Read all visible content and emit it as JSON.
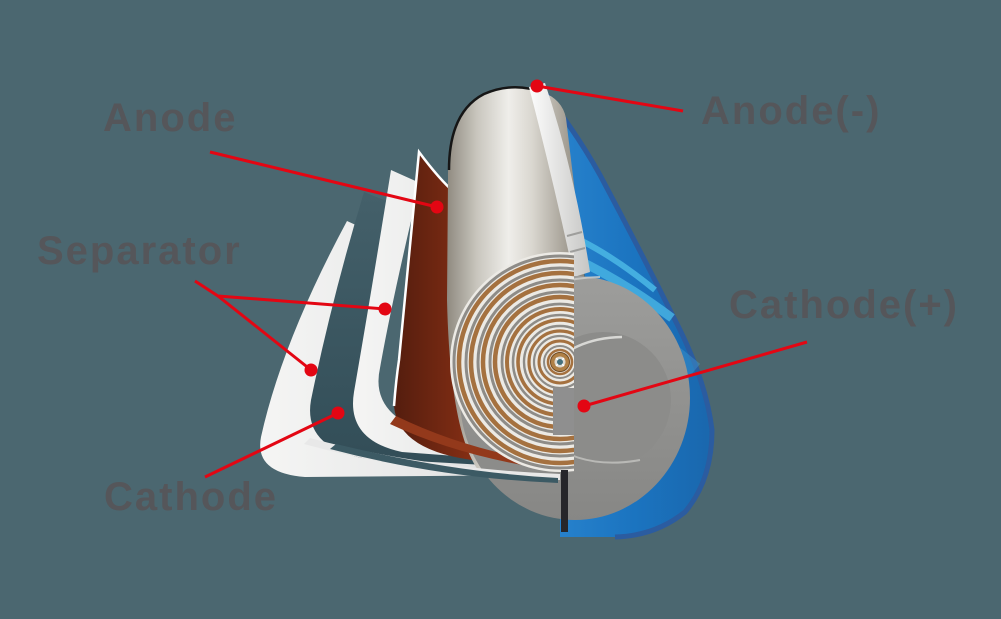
{
  "diagram": {
    "subject": "cylindrical-battery-cell-cutaway",
    "labels": {
      "anode": "Anode",
      "separator": "Separator",
      "cathode": "Cathode",
      "anode_terminal": "Anode(-)",
      "cathode_terminal": "Cathode(+)"
    },
    "colors": {
      "background": "#4B6770",
      "annotation_red": "#E30613",
      "label_text": "#55565A",
      "casing_blue": "#1B74C0",
      "casing_blue_light": "#47B1E2",
      "casing_blue_dark": "#2B5CA0",
      "anode_copper": "#A03A1C",
      "cathode_teal": "#3C5A64",
      "separator_white": "#E9E9E9",
      "metal_silver": "#D8D5CD",
      "end_cap_gray": "#8F8F8F",
      "spiral_copper": "#A5713F",
      "spiral_gray": "#8E8C88"
    }
  }
}
